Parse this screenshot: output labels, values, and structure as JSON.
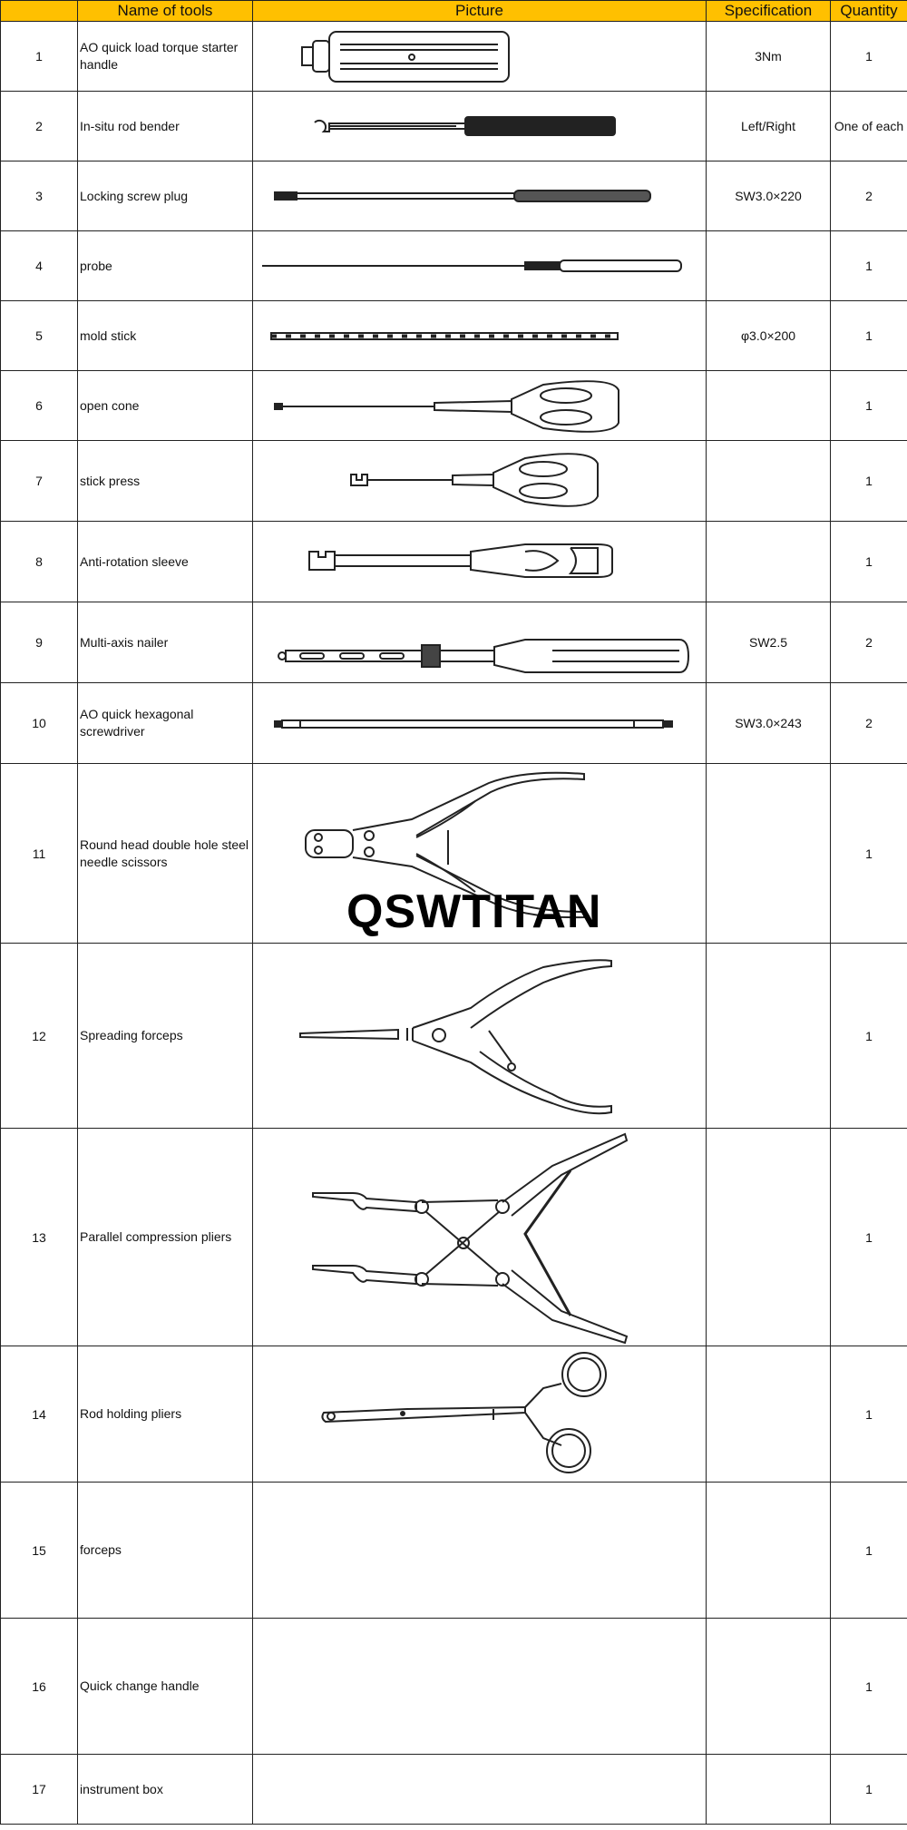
{
  "header": {
    "col_name": "Name of tools",
    "col_picture": "Picture",
    "col_spec": "Specification",
    "col_qty": "Quantity"
  },
  "rows": [
    {
      "no": "1",
      "name": "AO quick load torque starter handle",
      "spec": "3Nm",
      "qty": "1",
      "icon": "torque-handle-icon"
    },
    {
      "no": "2",
      "name": "In-situ rod bender",
      "spec": "Left/Right",
      "qty": "One of each",
      "icon": "rod-bender-icon"
    },
    {
      "no": "3",
      "name": "Locking screw plug",
      "spec": "SW3.0×220",
      "qty": "2",
      "icon": "screw-plug-icon"
    },
    {
      "no": "4",
      "name": "probe",
      "spec": "",
      "qty": "1",
      "icon": "probe-icon"
    },
    {
      "no": "5",
      "name": "mold stick",
      "spec": "φ3.0×200",
      "qty": "1",
      "icon": "mold-stick-icon"
    },
    {
      "no": "6",
      "name": "open cone",
      "spec": "",
      "qty": "1",
      "icon": "open-cone-icon"
    },
    {
      "no": "7",
      "name": "stick press",
      "spec": "",
      "qty": "1",
      "icon": "stick-press-icon"
    },
    {
      "no": "8",
      "name": "Anti-rotation sleeve",
      "spec": "",
      "qty": "1",
      "icon": "anti-rotation-sleeve-icon"
    },
    {
      "no": "9",
      "name": "Multi-axis nailer",
      "spec": "SW2.5",
      "qty": "2",
      "icon": "multi-axis-nailer-icon"
    },
    {
      "no": "10",
      "name": "AO quick hexagonal screwdriver",
      "spec": "SW3.0×243",
      "qty": "2",
      "icon": "hex-screwdriver-icon"
    },
    {
      "no": "11",
      "name": "Round head double hole steel needle scissors",
      "spec": "",
      "qty": "1",
      "icon": "needle-scissors-icon"
    },
    {
      "no": "12",
      "name": "Spreading forceps",
      "spec": "",
      "qty": "1",
      "icon": "spreading-forceps-icon"
    },
    {
      "no": "13",
      "name": "Parallel compression pliers",
      "spec": "",
      "qty": "1",
      "icon": "compression-pliers-icon"
    },
    {
      "no": "14",
      "name": "Rod holding pliers",
      "spec": "",
      "qty": "1",
      "icon": "rod-holding-pliers-icon"
    },
    {
      "no": "15",
      "name": "forceps",
      "spec": "",
      "qty": "1",
      "icon": ""
    },
    {
      "no": "16",
      "name": "Quick change handle",
      "spec": "",
      "qty": "1",
      "icon": ""
    },
    {
      "no": "17",
      "name": "instrument box",
      "spec": "",
      "qty": "1",
      "icon": ""
    }
  ],
  "watermark": "QSWTITAN"
}
